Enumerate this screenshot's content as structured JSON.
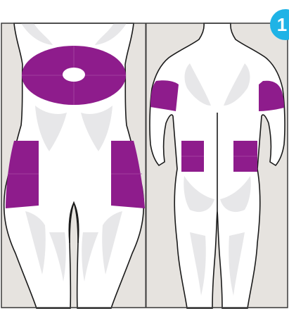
{
  "colors": {
    "panel_background": "#e6e3df",
    "body_fill": "#ffffff",
    "body_shadow": "#e7e7e9",
    "outline": "#1a1a1a",
    "frame": "#3a3a3a",
    "injection_zone": "#8e1c8c",
    "injection_zone_grid": "#a74aa4",
    "badge": "#1fb3e6"
  },
  "badge": {
    "label": "1",
    "icon": "step-number-badge"
  },
  "panels": [
    {
      "view": "front",
      "zones": [
        "abdomen",
        "left-thigh",
        "right-thigh"
      ]
    },
    {
      "view": "back",
      "zones": [
        "left-upper-arm",
        "right-upper-arm",
        "left-buttock",
        "right-buttock"
      ]
    }
  ]
}
